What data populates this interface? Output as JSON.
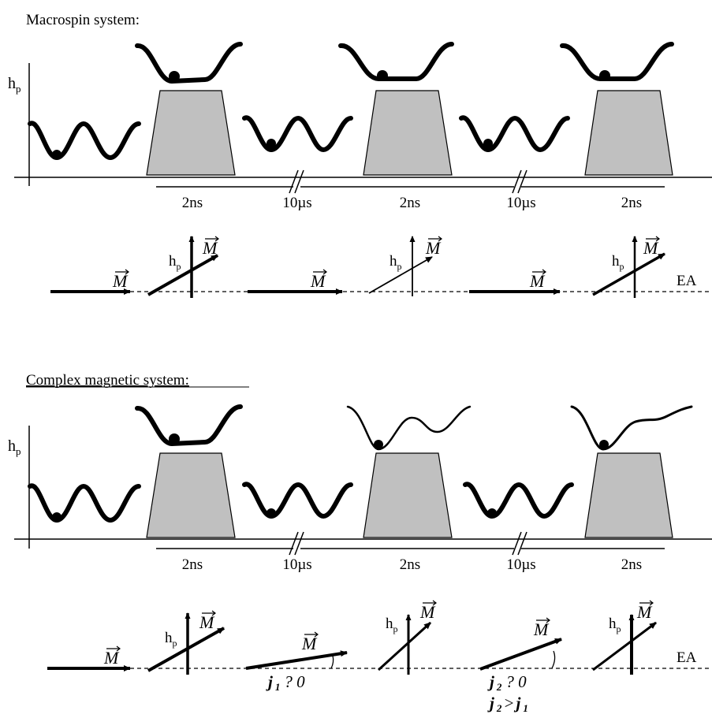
{
  "panels": [
    {
      "title": "Macrospin system:",
      "hp_axis_label": "h",
      "hp_axis_sub": "p",
      "timeline_labels": [
        "2ns",
        "10µs",
        "2ns",
        "10µs",
        "2ns"
      ],
      "vectors": {
        "M": "M",
        "hp": "h",
        "hp_sub": "p",
        "ea": "EA"
      }
    },
    {
      "title": "Complex magnetic system:",
      "hp_axis_label": "h",
      "hp_axis_sub": "p",
      "timeline_labels": [
        "2ns",
        "10µs",
        "2ns",
        "10µs",
        "2ns"
      ],
      "vectors": {
        "M": "M",
        "hp": "h",
        "hp_sub": "p",
        "ea": "EA"
      },
      "angle_labels": {
        "phi1": "j",
        "phi1_sub": "1",
        "phi1_rel": "? 0",
        "phi2": "j",
        "phi2_sub": "2",
        "phi2_rel": "? 0",
        "phi2_cmp_sym": "j",
        "phi2_cmp_sub": "2",
        "phi2_cmp_op": ">",
        "phi2_cmp_rhs": "j",
        "phi2_cmp_rhs_sub": "1"
      }
    }
  ],
  "colors": {
    "pulse_fill": "#c0c0c0",
    "ink": "#000000"
  }
}
